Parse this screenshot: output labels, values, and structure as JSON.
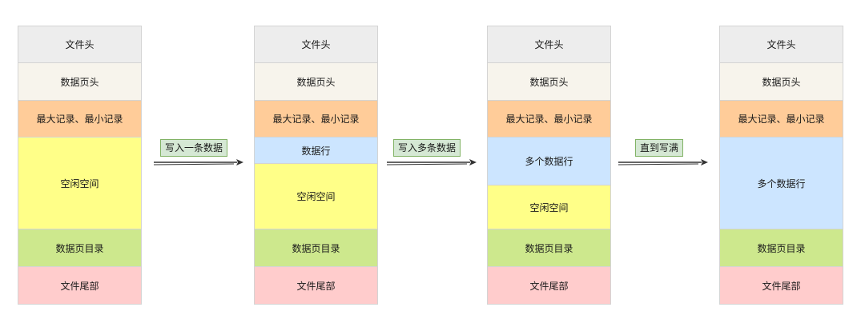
{
  "stages": [
    {
      "blocks": [
        {
          "text": "文件头",
          "kind": "hdr"
        },
        {
          "text": "数据页头",
          "kind": "pg"
        },
        {
          "text": "最大记录、最小记录",
          "kind": "mm"
        },
        {
          "text": "空闲空间",
          "kind": "free"
        },
        {
          "text": "数据页目录",
          "kind": "dir"
        },
        {
          "text": "文件尾部",
          "kind": "tail"
        }
      ]
    },
    {
      "blocks": [
        {
          "text": "文件头",
          "kind": "hdr"
        },
        {
          "text": "数据页头",
          "kind": "pg"
        },
        {
          "text": "最大记录、最小记录",
          "kind": "mm"
        },
        {
          "text": "数据行",
          "kind": "row"
        },
        {
          "text": "空闲空间",
          "kind": "free"
        },
        {
          "text": "数据页目录",
          "kind": "dir"
        },
        {
          "text": "文件尾部",
          "kind": "tail"
        }
      ]
    },
    {
      "blocks": [
        {
          "text": "文件头",
          "kind": "hdr"
        },
        {
          "text": "数据页头",
          "kind": "pg"
        },
        {
          "text": "最大记录、最小记录",
          "kind": "mm"
        },
        {
          "text": "多个数据行",
          "kind": "row"
        },
        {
          "text": "空闲空间",
          "kind": "free"
        },
        {
          "text": "数据页目录",
          "kind": "dir"
        },
        {
          "text": "文件尾部",
          "kind": "tail"
        }
      ]
    },
    {
      "blocks": [
        {
          "text": "文件头",
          "kind": "hdr"
        },
        {
          "text": "数据页头",
          "kind": "pg"
        },
        {
          "text": "最大记录、最小记录",
          "kind": "mm"
        },
        {
          "text": "多个数据行",
          "kind": "row"
        },
        {
          "text": "数据页目录",
          "kind": "dir"
        },
        {
          "text": "文件尾部",
          "kind": "tail"
        }
      ]
    }
  ],
  "steps": [
    "写入一条数据",
    "写入多条数据",
    "直到写满"
  ],
  "colors": {
    "hdr": "#ededed",
    "pg": "#f7f4ec",
    "mm": "#ffcc99",
    "free": "#ffff88",
    "row": "#cce5ff",
    "dir": "#cde88d",
    "tail": "#ffcccc",
    "label_bg": "#d5e8d4"
  }
}
